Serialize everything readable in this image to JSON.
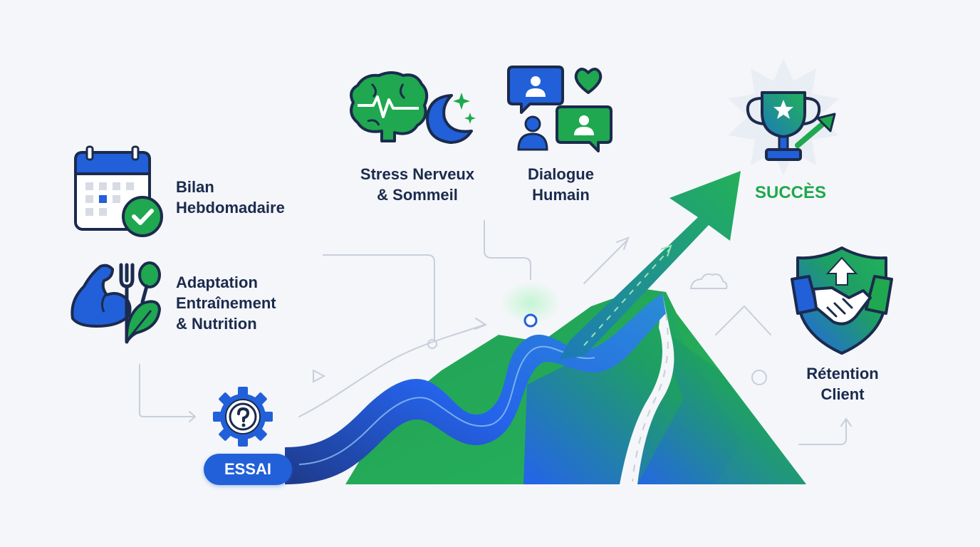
{
  "stages": {
    "bilan": "Bilan\nHebdomadaire",
    "adaptation": "Adaptation\nEntraînement\n& Nutrition",
    "stress": "Stress Nerveux\n& Sommeil",
    "dialogue": "Dialogue\nHumain",
    "succes": "SUCCÈS",
    "retention": "Rétention\nClient"
  },
  "start_badge": "ESSAI",
  "icons": {
    "bilan": "calendar-check-icon",
    "adaptation": "muscle-fork-leaf-icon",
    "stress": "brain-moon-icon",
    "dialogue": "chat-heart-icon",
    "succes": "trophy-arrow-icon",
    "retention": "shield-handshake-icon",
    "essai": "gear-question-icon"
  },
  "colors": {
    "blue": "#2160d8",
    "green": "#1fa84f",
    "navy": "#1b2b4d"
  }
}
